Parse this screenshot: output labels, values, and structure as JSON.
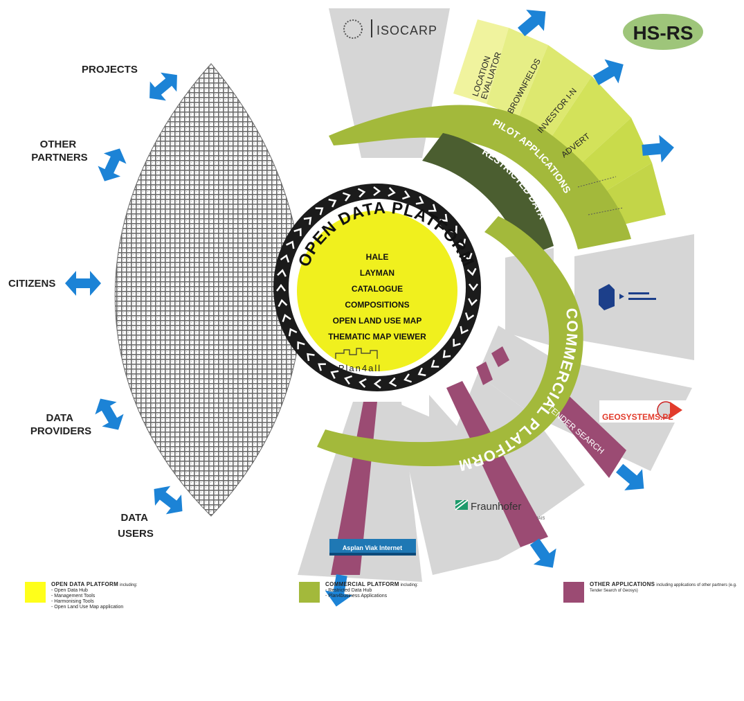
{
  "logo_top_right": "HS-RS",
  "side_labels": {
    "projects": "PROJECTS",
    "other_partners": [
      "OTHER",
      "PARTNERS"
    ],
    "citizens": "CITIZENS",
    "data_providers": [
      "DATA",
      "PROVIDERS"
    ],
    "data_users": [
      "DATA",
      "USERS"
    ]
  },
  "rings": {
    "open_data_platform": "OPEN DATA PLATFORM",
    "restricted_data": "RESTRICTED DATA",
    "pilot_applications": "PILOT APPLICATIONS",
    "commercial_platform": "COMMERCIAL PLATFORM"
  },
  "core_items": [
    "HALE",
    "LAYMAN",
    "CATALOGUE",
    "COMPOSITIONS",
    "OPEN LAND USE MAP",
    "THEMATIC MAP VIEWER"
  ],
  "core_logo": "Plan4all",
  "pilot_apps": [
    "LOCATION EVALUATOR",
    "BROWNFIELDS",
    "INVESTOR I-N",
    "ADVERT"
  ],
  "tender_search": "TENDER SEARCH",
  "partner_logos": {
    "isocarp": "ISOCARP",
    "geosystems": "GEOSYSTEMS.PL",
    "fraunhofer": "Fraunhofer",
    "fraunhofer_sub": "IAIS",
    "asplan": "Asplan Viak Internet"
  },
  "legend": [
    {
      "title": "OPEN DATA PLATFORM",
      "suffix": "including:",
      "items": [
        "- Open Data Hub",
        "- Management Tools",
        "- Harmonising Tools",
        "- Open Land Use Map application"
      ],
      "color": "#ffff1a"
    },
    {
      "title": "COMMERCIAL PLATFORM",
      "suffix": "including:",
      "items": [
        "- Restricted Data Hub",
        "- Plan4business Applications"
      ],
      "color": "#a3b93b"
    },
    {
      "title": "OTHER APPLICATIONS",
      "suffix": "including applications of other partners (e.g. Tender Search of Geosys)",
      "items": [],
      "color": "#9b4b73"
    }
  ],
  "colors": {
    "yellow": "#f0f01e",
    "green": "#a3b93b",
    "light_green": "#d7e06a",
    "dark_green": "#4b5e30",
    "purple": "#9b4b73",
    "grey": "#d6d6d6",
    "arrow_blue": "#1c83d6"
  }
}
